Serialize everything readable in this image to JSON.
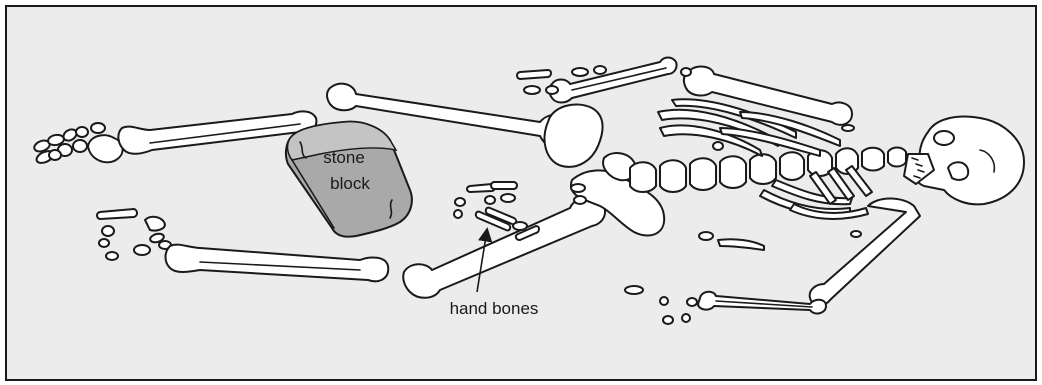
{
  "colors": {
    "frame_border": "#1a1a1a",
    "panel_background": "#ececec",
    "bone_fill": "#ffffff",
    "bone_outline": "#1a1a1a",
    "stone_fill": "#a9a9a9",
    "stone_top": "#c4c4c4"
  },
  "labels": {
    "stone_line1": "stone",
    "stone_line2": "block",
    "hand_bones": "hand bones"
  },
  "arrow": {
    "from": "hand bones",
    "to": "hand bones cluster"
  }
}
